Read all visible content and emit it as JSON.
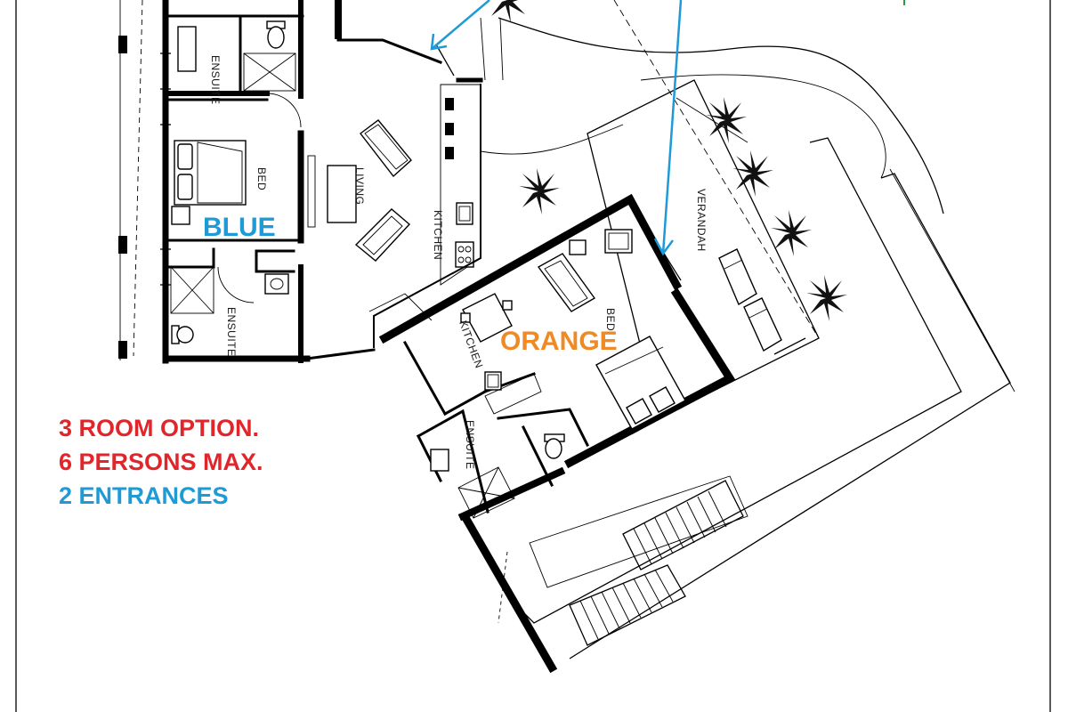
{
  "colors": {
    "blue_zone": "#1e9ad6",
    "orange_zone": "#f08a24",
    "notes_red": "#e0262b",
    "notes_blue": "#1e9ad6",
    "walls": "#000000",
    "arrows": "#1e9ad6"
  },
  "rooms": {
    "ensuite_top": "ENSUITE",
    "bed_blue": "BED",
    "living": "LIVING",
    "kitchen_blue": "KITCHEN",
    "ensuite_blue": "ENSUITE",
    "verandah": "VERANDAH",
    "bed_orange": "BED",
    "kitchen_orange": "KITCHEN",
    "ensuite_orange": "ENSUITE"
  },
  "zones": {
    "blue": "BLUE",
    "orange": "ORANGE"
  },
  "notes": [
    {
      "text": "3 ROOM OPTION.",
      "color": "#e0262b"
    },
    {
      "text": "6 PERSONS MAX.",
      "color": "#e0262b"
    },
    {
      "text": "2 ENTRANCES",
      "color": "#1e9ad6"
    }
  ]
}
